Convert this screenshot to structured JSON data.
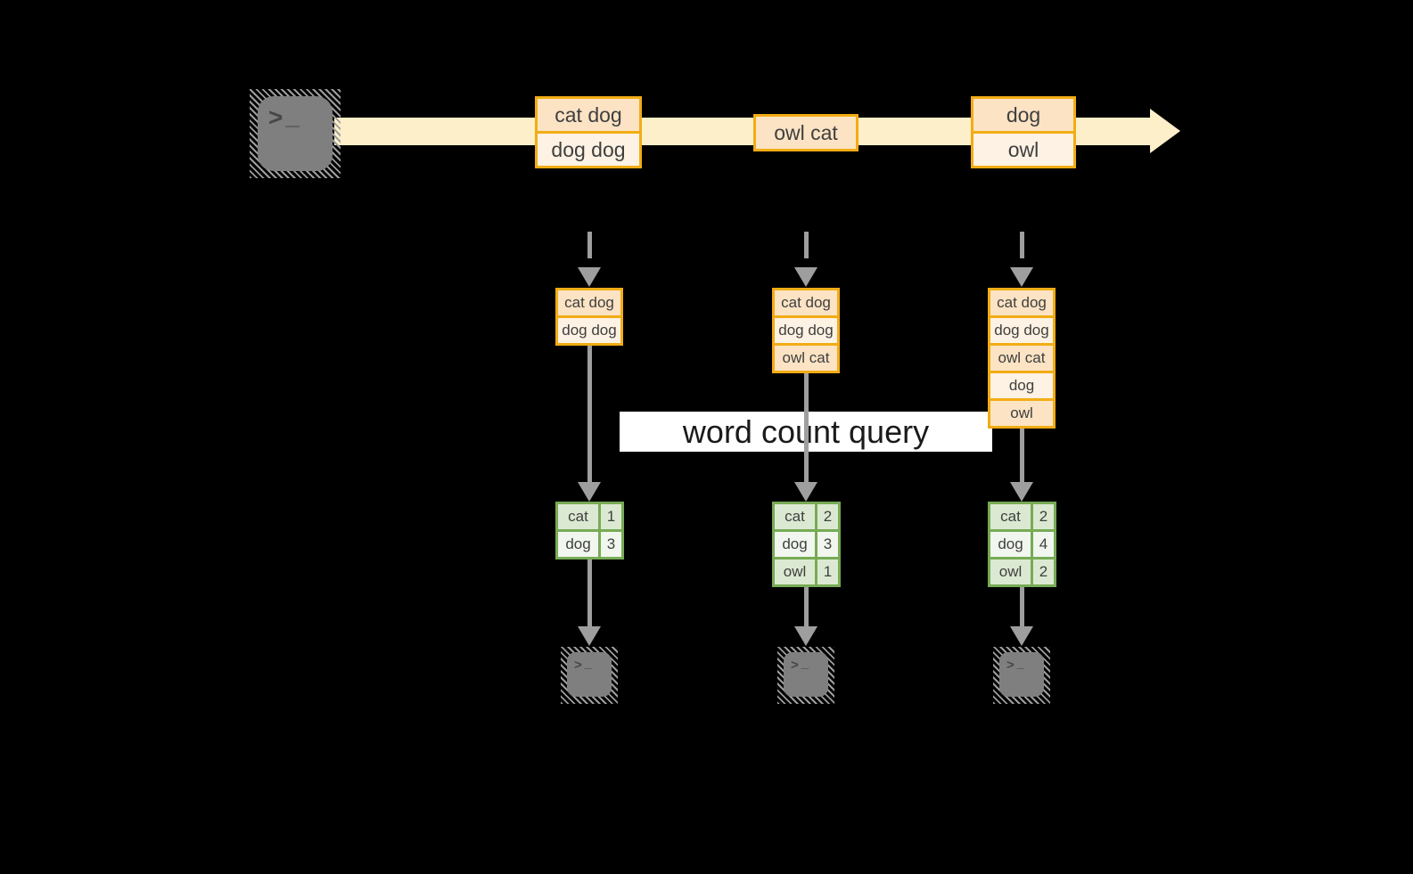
{
  "query": {
    "label": "word count query"
  },
  "stream": {
    "source": {
      "icon": "terminal-icon",
      "prompt_chevron": ">",
      "prompt_cursor": "_"
    },
    "events": [
      {
        "rows": [
          "cat dog",
          "dog dog"
        ]
      },
      {
        "rows": [
          "owl cat"
        ]
      },
      {
        "rows": [
          "dog",
          "owl"
        ]
      }
    ]
  },
  "pipelines": [
    {
      "buffer_rows": [
        "cat dog",
        "dog dog"
      ],
      "counts": [
        [
          "cat",
          "1"
        ],
        [
          "dog",
          "3"
        ]
      ]
    },
    {
      "buffer_rows": [
        "cat dog",
        "dog dog",
        "owl cat"
      ],
      "counts": [
        [
          "cat",
          "2"
        ],
        [
          "dog",
          "3"
        ],
        [
          "owl",
          "1"
        ]
      ]
    },
    {
      "buffer_rows": [
        "cat dog",
        "dog dog",
        "owl cat",
        "dog",
        "owl"
      ],
      "counts": [
        [
          "cat",
          "2"
        ],
        [
          "dog",
          "4"
        ],
        [
          "owl",
          "2"
        ]
      ]
    }
  ],
  "colors": {
    "background": "#000000",
    "stream_band": "#FCEFC9",
    "amber_border": "#F2AC14",
    "peach_fill": "#FBE3C4",
    "cream_fill": "#FDF2E3",
    "green_border": "#77AB55",
    "green_fill": "#DCE9D2",
    "green_fill_light": "#F1F6EE",
    "arrow_gray": "#9E9E9E",
    "terminal_gray": "#7F7F7F"
  }
}
